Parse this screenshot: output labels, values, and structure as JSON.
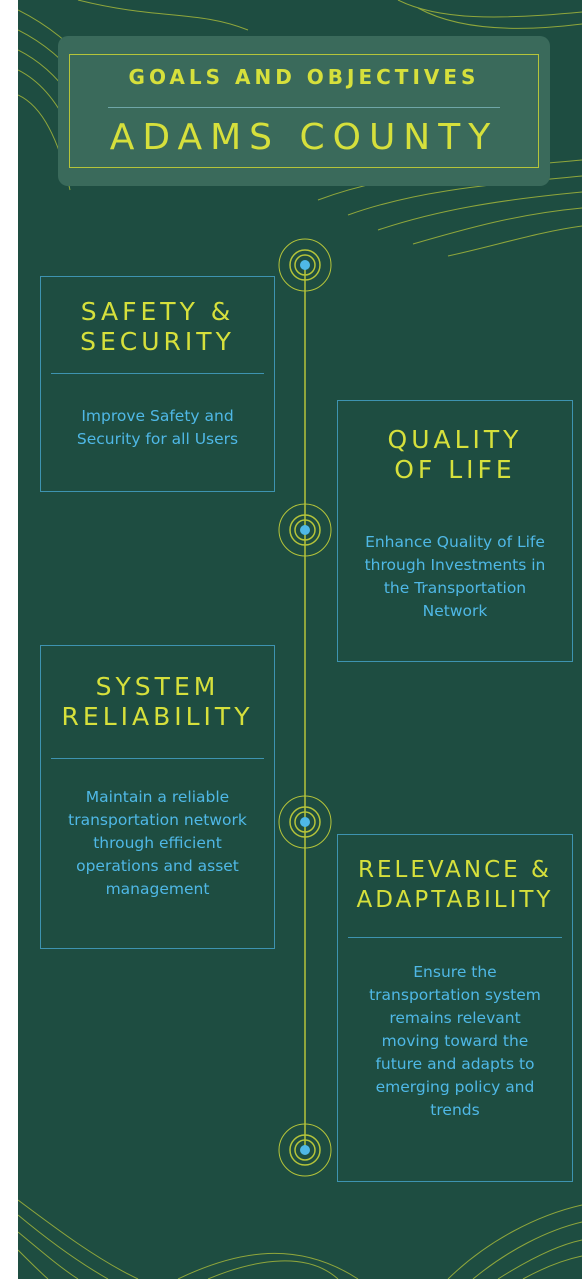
{
  "header": {
    "subtitle": "GOALS AND OBJECTIVES",
    "title": "ADAMS COUNTY"
  },
  "goals": [
    {
      "title": "SAFETY &\nSECURITY",
      "description": "Improve Safety and\nSecurity for all Users"
    },
    {
      "title": "QUALITY\nOF LIFE",
      "description": "Enhance Quality of Life\nthrough Investments in\nthe Transportation\nNetwork"
    },
    {
      "title": "SYSTEM\nRELIABILITY",
      "description": "Maintain a reliable\ntransportation network\nthrough efficient\noperations and asset\nmanagement"
    },
    {
      "title": "RELEVANCE &\nADAPTABILITY",
      "description": "Ensure the\ntransportation system\nremains relevant\nmoving toward the\nfuture and adapts to\nemerging policy and\ntrends"
    }
  ],
  "colors": {
    "background": "#1e4d41",
    "header_panel": "#3a6a5b",
    "accent_yellow": "#d6e03c",
    "accent_blue": "#4fb8e6",
    "card_border": "#3e93b0"
  }
}
